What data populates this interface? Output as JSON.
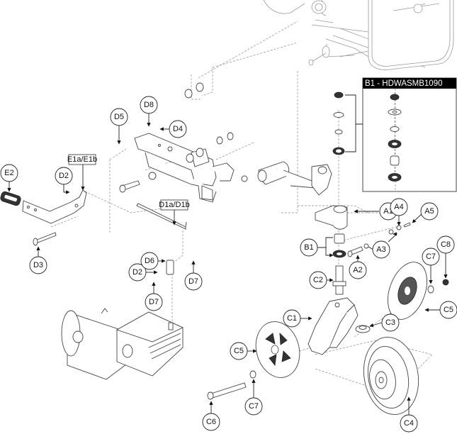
{
  "diagram": {
    "title": "Caster / Anti-tip exploded parts diagram",
    "kit_box": {
      "label": "B1 - HDWASMB1090",
      "contents": [
        "nut",
        "washer",
        "washer",
        "bearing",
        "spacer",
        "bearing"
      ]
    },
    "box_labels": [
      {
        "id": "E1a_E1b",
        "text": "E1a/E1b"
      },
      {
        "id": "D1a_D1b",
        "text": "D1a/D1b"
      }
    ],
    "callouts": [
      {
        "id": "A1",
        "text": "A1"
      },
      {
        "id": "A2",
        "text": "A2"
      },
      {
        "id": "A3",
        "text": "A3"
      },
      {
        "id": "A4",
        "text": "A4"
      },
      {
        "id": "A5",
        "text": "A5"
      },
      {
        "id": "B1",
        "text": "B1"
      },
      {
        "id": "C1",
        "text": "C1"
      },
      {
        "id": "C2",
        "text": "C2"
      },
      {
        "id": "C3",
        "text": "C3"
      },
      {
        "id": "C4",
        "text": "C4"
      },
      {
        "id": "C5a",
        "text": "C5"
      },
      {
        "id": "C5b",
        "text": "C5"
      },
      {
        "id": "C6",
        "text": "C6"
      },
      {
        "id": "C7a",
        "text": "C7"
      },
      {
        "id": "C7b",
        "text": "C7"
      },
      {
        "id": "C8",
        "text": "C8"
      },
      {
        "id": "D2a",
        "text": "D2"
      },
      {
        "id": "D2b",
        "text": "D2"
      },
      {
        "id": "D3",
        "text": "D3"
      },
      {
        "id": "D4",
        "text": "D4"
      },
      {
        "id": "D5",
        "text": "D5"
      },
      {
        "id": "D6",
        "text": "D6"
      },
      {
        "id": "D7a",
        "text": "D7"
      },
      {
        "id": "D7b",
        "text": "D7"
      },
      {
        "id": "D8",
        "text": "D8"
      },
      {
        "id": "E2",
        "text": "E2"
      }
    ]
  }
}
